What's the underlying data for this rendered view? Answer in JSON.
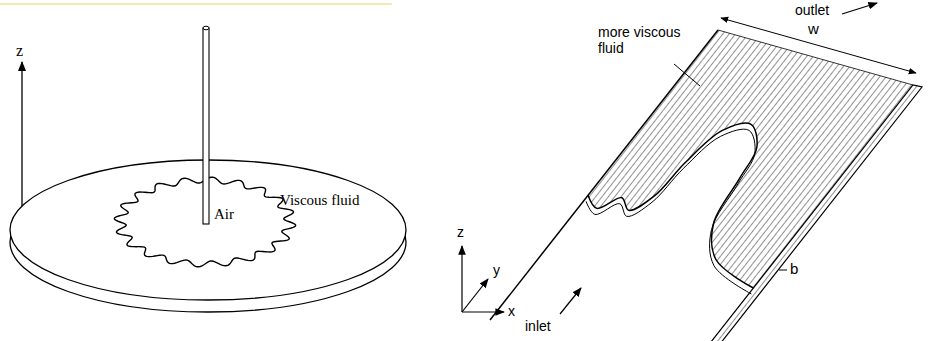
{
  "diagram": {
    "labels": [
      "z",
      "Air",
      "Viscous fluid",
      "outlet",
      "w",
      "more viscous fluid",
      "z",
      "y",
      "x",
      "inlet",
      "b"
    ]
  }
}
